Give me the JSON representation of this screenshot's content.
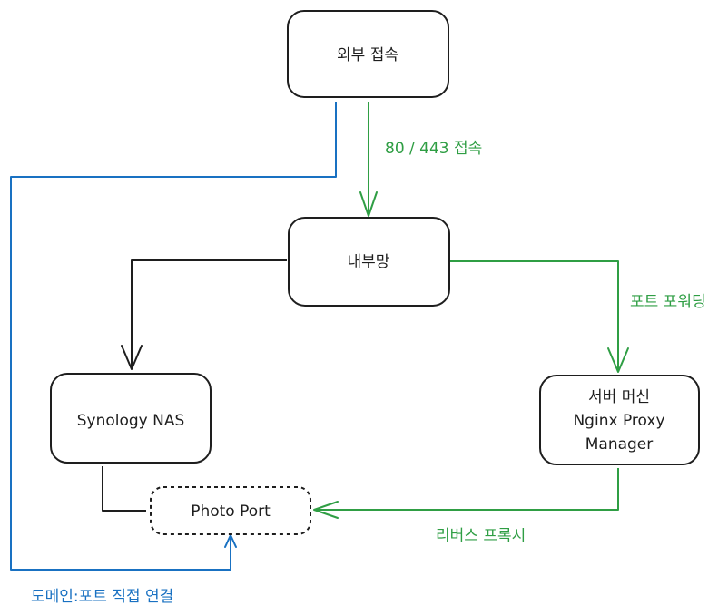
{
  "colors": {
    "node_stroke": "#1e1e1e",
    "green_edge": "#2f9e44",
    "blue_edge": "#1971c2",
    "black_edge": "#1e1e1e"
  },
  "nodes": {
    "external_access": {
      "label": "외부 접속"
    },
    "internal_network": {
      "label": "내부망"
    },
    "synology_nas": {
      "label": "Synology NAS"
    },
    "vm": {
      "line1": "서버 머신",
      "line2": "Nginx Proxy",
      "line3": "Manager"
    },
    "photo_port": {
      "label": "Photo Port"
    }
  },
  "edges": {
    "external_to_internal": {
      "label": "80 / 443 접속"
    },
    "internal_to_vm": {
      "label": "포트 포워딩"
    },
    "vm_to_photo": {
      "label": "리버스 프록시"
    },
    "external_to_photo": {
      "label": "도메인:포트 직접 연결"
    },
    "internal_to_nas": {
      "label": ""
    },
    "nas_to_photo": {
      "label": ""
    }
  }
}
